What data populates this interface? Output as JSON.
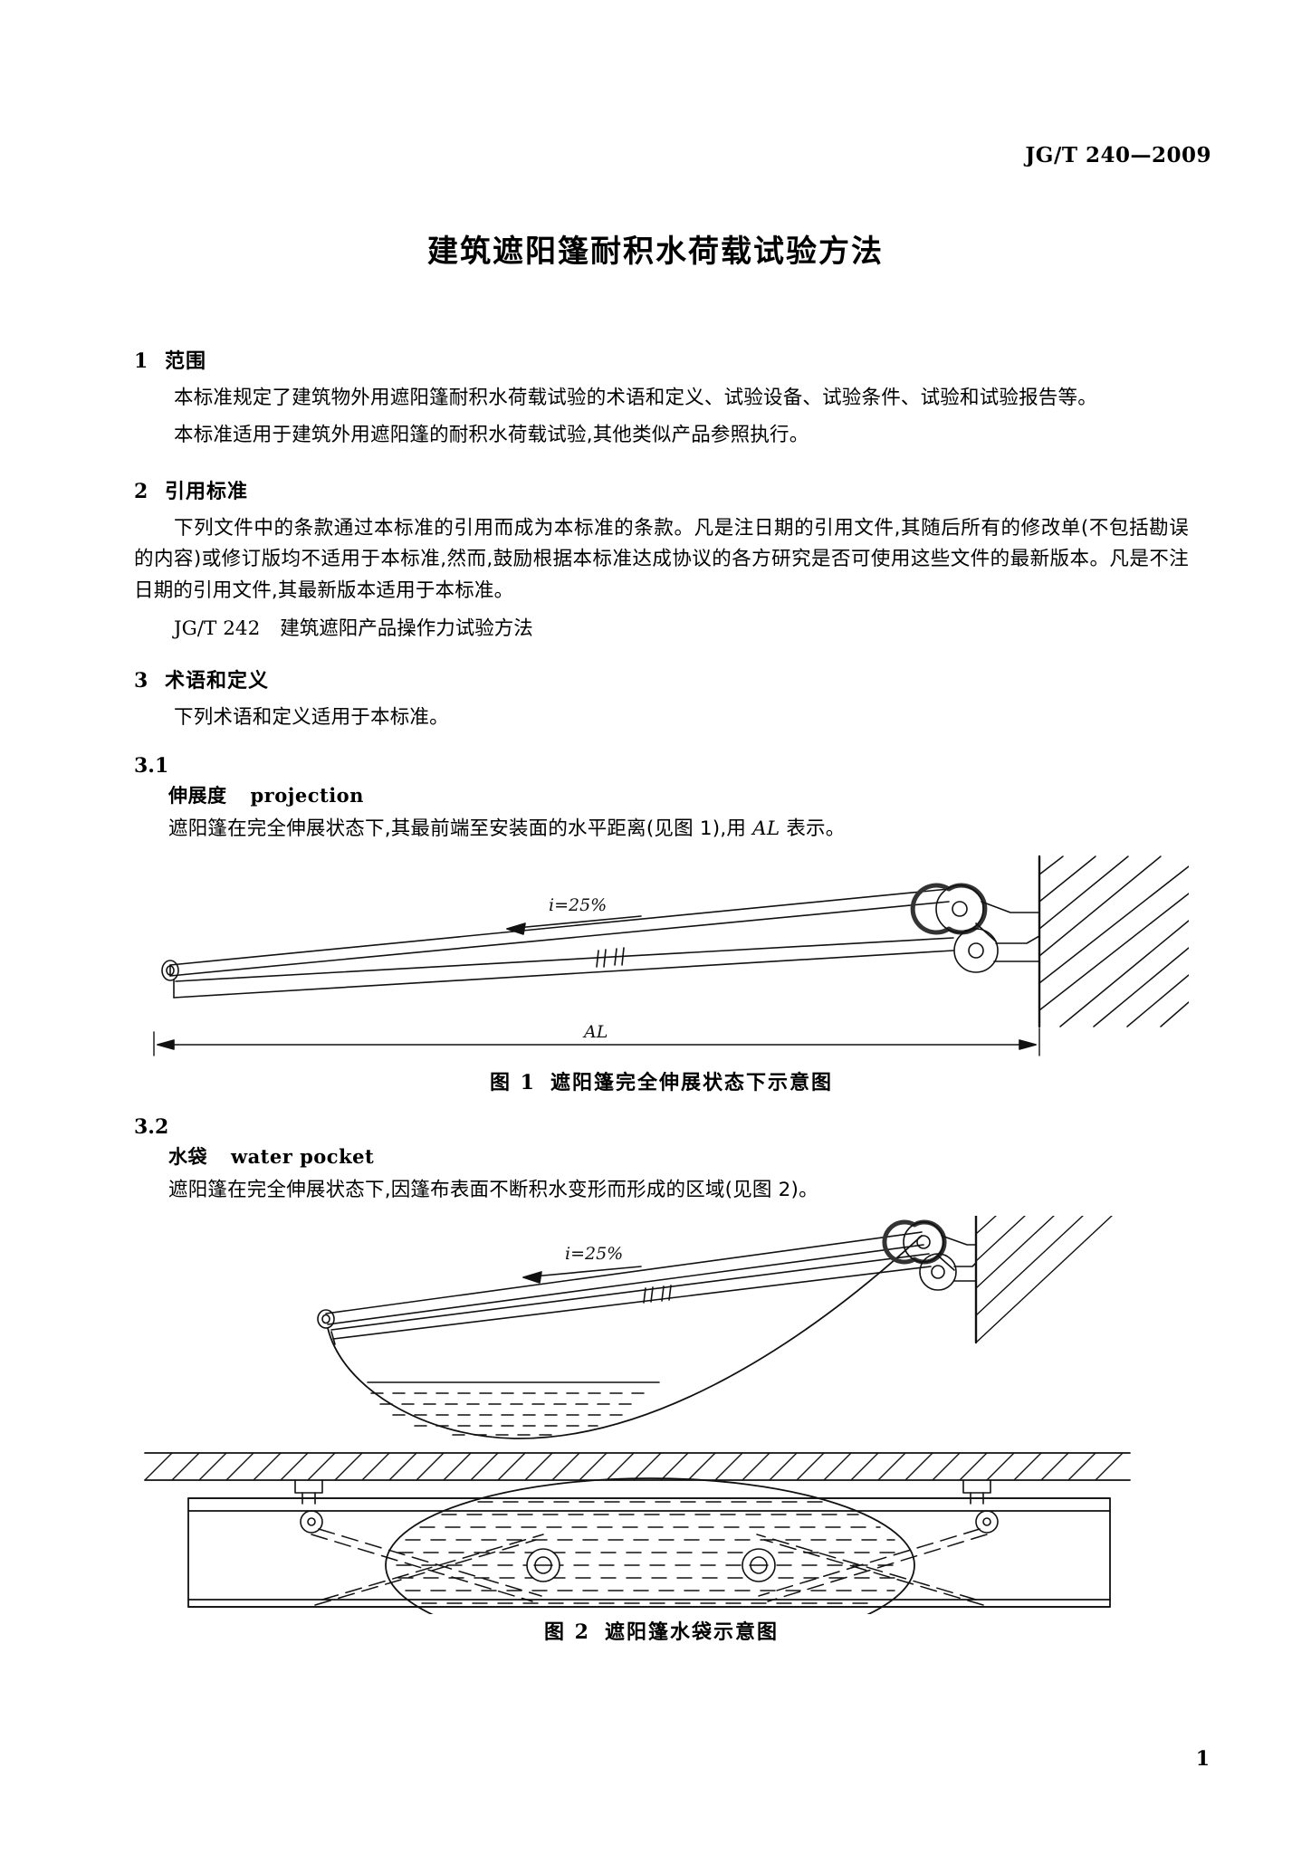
{
  "header": {
    "standard_code": "JG/T 240—2009"
  },
  "title": "建筑遮阳篷耐积水荷载试验方法",
  "sections": [
    {
      "number": "1",
      "heading": "范围",
      "paragraphs": [
        "本标准规定了建筑物外用遮阳篷耐积水荷载试验的术语和定义、试验设备、试验条件、试验和试验报告等。",
        "本标准适用于建筑外用遮阳篷的耐积水荷载试验,其他类似产品参照执行。"
      ]
    },
    {
      "number": "2",
      "heading": "引用标准",
      "paragraphs": [
        "下列文件中的条款通过本标准的引用而成为本标准的条款。凡是注日期的引用文件,其随后所有的修改单(不包括勘误的内容)或修订版均不适用于本标准,然而,鼓励根据本标准达成协议的各方研究是否可使用这些文件的最新版本。凡是不注日期的引用文件,其最新版本适用于本标准。"
      ],
      "references": [
        {
          "code": "JG/T 242",
          "title": "建筑遮阳产品操作力试验方法"
        }
      ]
    },
    {
      "number": "3",
      "heading": "术语和定义",
      "paragraphs": [
        "下列术语和定义适用于本标准。"
      ]
    }
  ],
  "terms": [
    {
      "clause": "3.1",
      "term_zh": "伸展度",
      "term_en": "projection",
      "definition_prefix": "遮阳篷在完全伸展状态下,其最前端至安装面的水平距离(见图 1),用 ",
      "definition_symbol": "AL",
      "definition_suffix": " 表示。"
    },
    {
      "clause": "3.2",
      "term_zh": "水袋",
      "term_en": "water pocket",
      "definition_prefix": "遮阳篷在完全伸展状态下,因篷布表面不断积水变形而形成的区域(见图 2)。",
      "definition_symbol": "",
      "definition_suffix": ""
    }
  ],
  "figures": [
    {
      "id": "figure-1",
      "caption_number": "图 1",
      "caption_text": "遮阳篷完全伸展状态下示意图",
      "slope_label": "i=25%",
      "dimension_label": "AL"
    },
    {
      "id": "figure-2",
      "caption_number": "图 2",
      "caption_text": "遮阳篷水袋示意图",
      "slope_label": "i=25%",
      "dimension_label": ""
    }
  ],
  "footer": {
    "page_number": "1"
  },
  "colors": {
    "ink": "#000000",
    "paper": "#ffffff",
    "line": "#1a1a1a"
  }
}
